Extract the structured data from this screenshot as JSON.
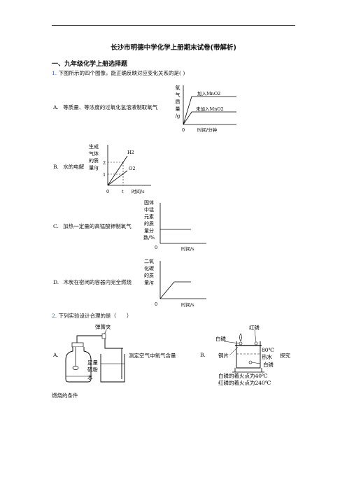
{
  "doc": {
    "title": "长沙市明德中学化学上册期末试卷(带解析)",
    "section": "一、九年级化学上册选择题"
  },
  "q1": {
    "num": "1.",
    "text": "下图所示的四个图像，能正确反映对应变化关系的是( )",
    "options": [
      {
        "label": "A.",
        "text": "等质量、等浓度的过氧化氢溶液制取氧气",
        "graph": {
          "y_label": [
            "氧",
            "气",
            "质",
            "量",
            "/g"
          ],
          "x_label": "时间/分钟",
          "origin": "0",
          "series": [
            "加入MnO2",
            "未加入MnO2"
          ]
        }
      },
      {
        "label": "B.",
        "text": "水的电解",
        "graph": {
          "y_label": [
            "生成",
            "气体",
            "的质",
            "量/g"
          ],
          "x_label": "时间/s",
          "origin": "0",
          "t_label": "t",
          "y_ticks": [
            "2",
            "1"
          ],
          "series": [
            "H2",
            "O2"
          ]
        }
      },
      {
        "label": "C.",
        "text": "加热一定量的高锰酸钾制氧气",
        "graph": {
          "y_label": [
            "固体",
            "中锰",
            "元素",
            "的质",
            "量分",
            "数/%"
          ],
          "x_label": "时间/s",
          "origin": "0"
        }
      },
      {
        "label": "D.",
        "text": "木炭在密闭的容器内完全燃烧",
        "graph": {
          "y_label": [
            "二氧",
            "化碳",
            "的质",
            "量/g"
          ],
          "x_label": "时间/s",
          "origin": "0"
        }
      }
    ]
  },
  "q2": {
    "num": "2.",
    "text": "下列实验设计合理的是（　　）",
    "option_a": {
      "label": "A.",
      "text": "测定空气中氧气含量",
      "labels": {
        "clamp": "弹簧夹",
        "p1": "足量",
        "p2": "硫粉",
        "water": "水"
      }
    },
    "option_b": {
      "label": "B.",
      "text": "探究",
      "text_cont": "燃烧的条件",
      "labels": {
        "red_p": "红磷",
        "white_p_top": "白磷",
        "copper": "铜片",
        "temp": "80℃",
        "hot_water": "热水",
        "white_p_bottom": "白磷",
        "note1": "白磷的着火点为40℃",
        "note2": "红磷的着火点为240℃"
      }
    }
  }
}
